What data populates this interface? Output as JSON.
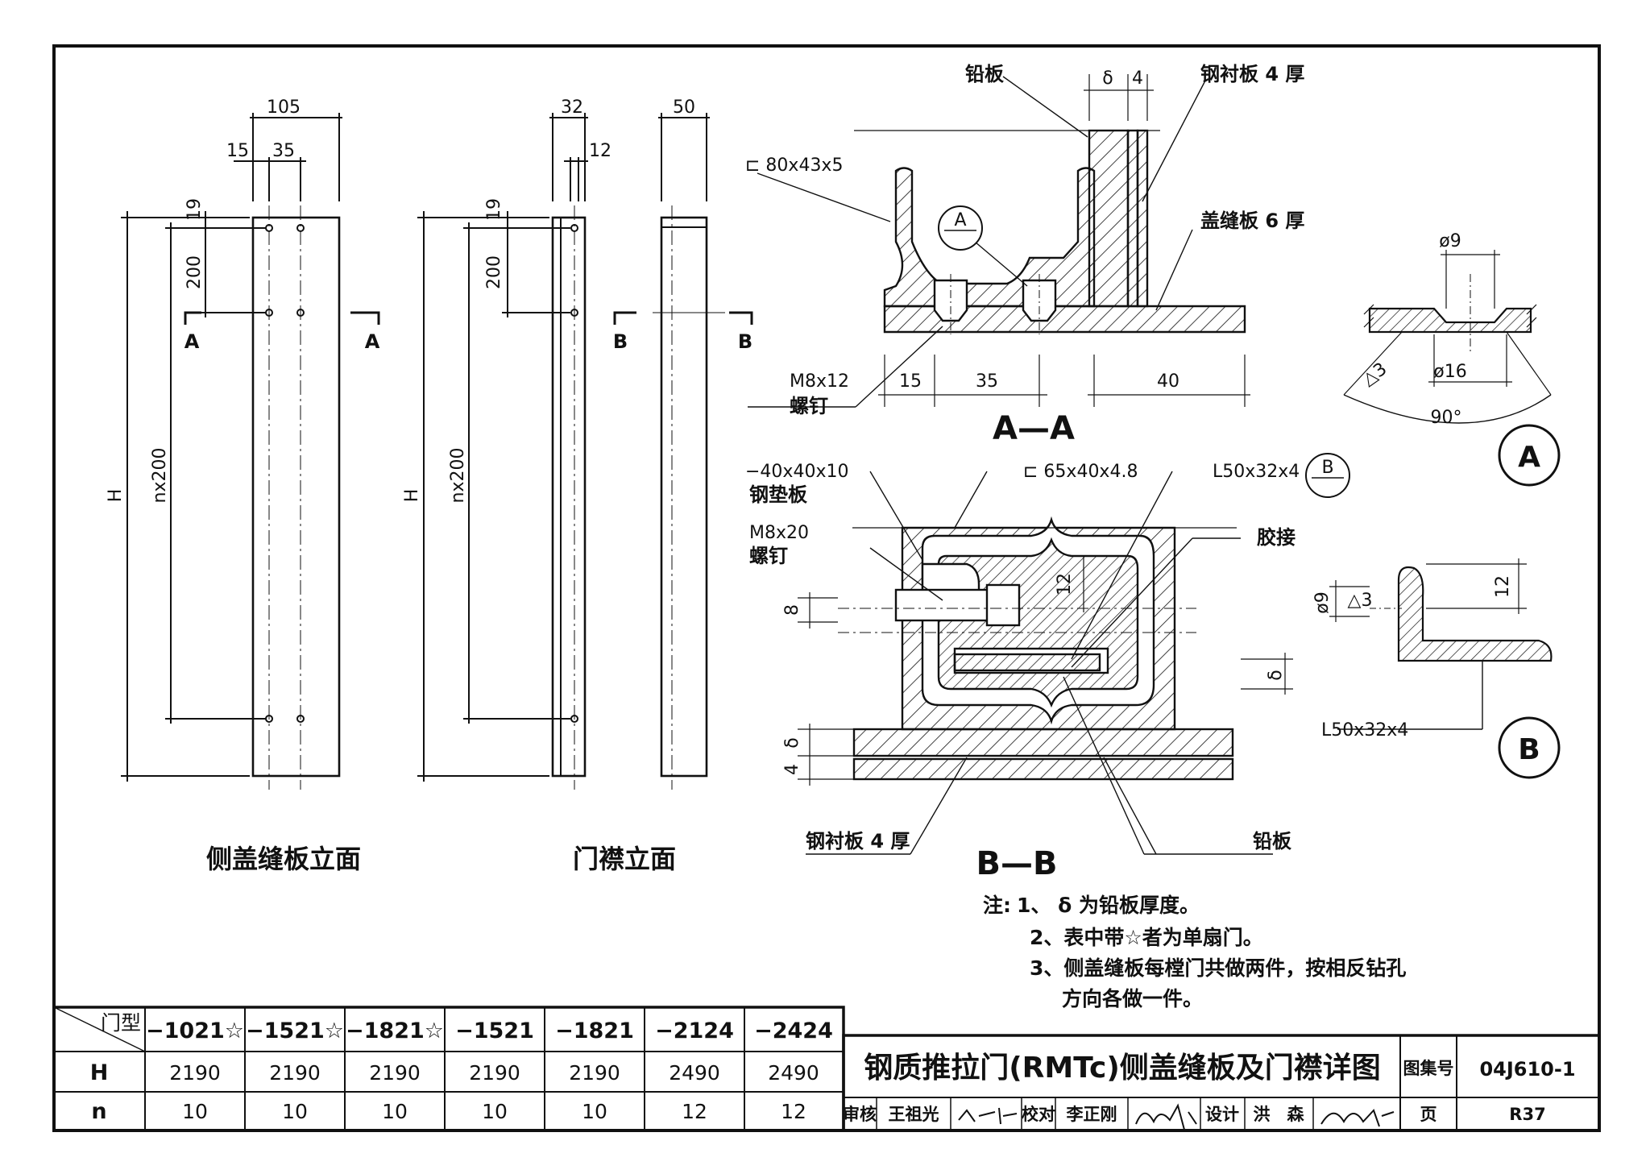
{
  "side_plate": {
    "dims": {
      "width": "105",
      "w15": "15",
      "w35": "35",
      "d19": "19",
      "d200": "200",
      "nx200": "nx200",
      "h": "H"
    },
    "section_mark": "A",
    "caption": "侧盖缝板立面"
  },
  "jamb": {
    "dims": {
      "w32": "32",
      "w12": "12",
      "w50": "50",
      "d19": "19",
      "d200": "200",
      "nx200": "nx200",
      "h": "H"
    },
    "section_mark": "B",
    "caption": "门襟立面"
  },
  "section_aa": {
    "title": "A—A",
    "labels": {
      "lead": "铅板",
      "delta": "δ",
      "four": "4",
      "steel_liner": "钢衬板 4 厚",
      "channel": "⊏ 80x43x5",
      "cover": "盖缝板 6 厚",
      "screw": "M8x12",
      "screw_name": "螺钉",
      "circle": "A"
    },
    "dims": {
      "d15": "15",
      "d35": "35",
      "d40": "40"
    }
  },
  "detail_a": {
    "dia9": "ø9",
    "dia16": "ø16",
    "tri3": "△3",
    "angle": "90°",
    "mark": "A"
  },
  "section_bb": {
    "title": "B—B",
    "labels": {
      "pad": "−40x40x10",
      "pad_name": "钢垫板",
      "channel": "⊏ 65x40x4.8",
      "angle": "L50x32x4",
      "screw": "M8x20",
      "screw_name": "螺钉",
      "glue": "胶接",
      "steel_liner": "钢衬板 4 厚",
      "lead": "铅板",
      "circle": "B"
    },
    "dims": {
      "d12": "12",
      "d8": "8",
      "delta": "δ",
      "delta2": "δ",
      "four": "4"
    }
  },
  "detail_b": {
    "dia9": "ø9",
    "tri3": "△3",
    "d12": "12",
    "angle": "L50x32x4",
    "mark": "B"
  },
  "notes": {
    "prefix": "注:",
    "items": [
      "1、 δ 为铅板厚度。",
      "2、表中带☆者为单扇门。",
      "3、侧盖缝板每樘门共做两件，按相反钻孔",
      "方向各做一件。"
    ]
  },
  "table": {
    "corner": "门型",
    "columns": [
      "−1021☆",
      "−1521☆",
      "−1821☆",
      "−1521",
      "−1821",
      "−2124",
      "−2424"
    ],
    "rows": [
      {
        "label": "H",
        "values": [
          "2190",
          "2190",
          "2190",
          "2190",
          "2190",
          "2490",
          "2490"
        ]
      },
      {
        "label": "n",
        "values": [
          "10",
          "10",
          "10",
          "10",
          "10",
          "12",
          "12"
        ]
      }
    ]
  },
  "title_block": {
    "title": "钢质推拉门(RMTc)侧盖缝板及门襟详图",
    "atlas_label": "图集号",
    "atlas_no": "04J610-1",
    "review_label": "审核",
    "reviewer": "王祖光",
    "check_label": "校对",
    "checker": "李正刚",
    "design_label": "设计",
    "designer": "洪　森",
    "page_label": "页",
    "page_no": "R37"
  }
}
